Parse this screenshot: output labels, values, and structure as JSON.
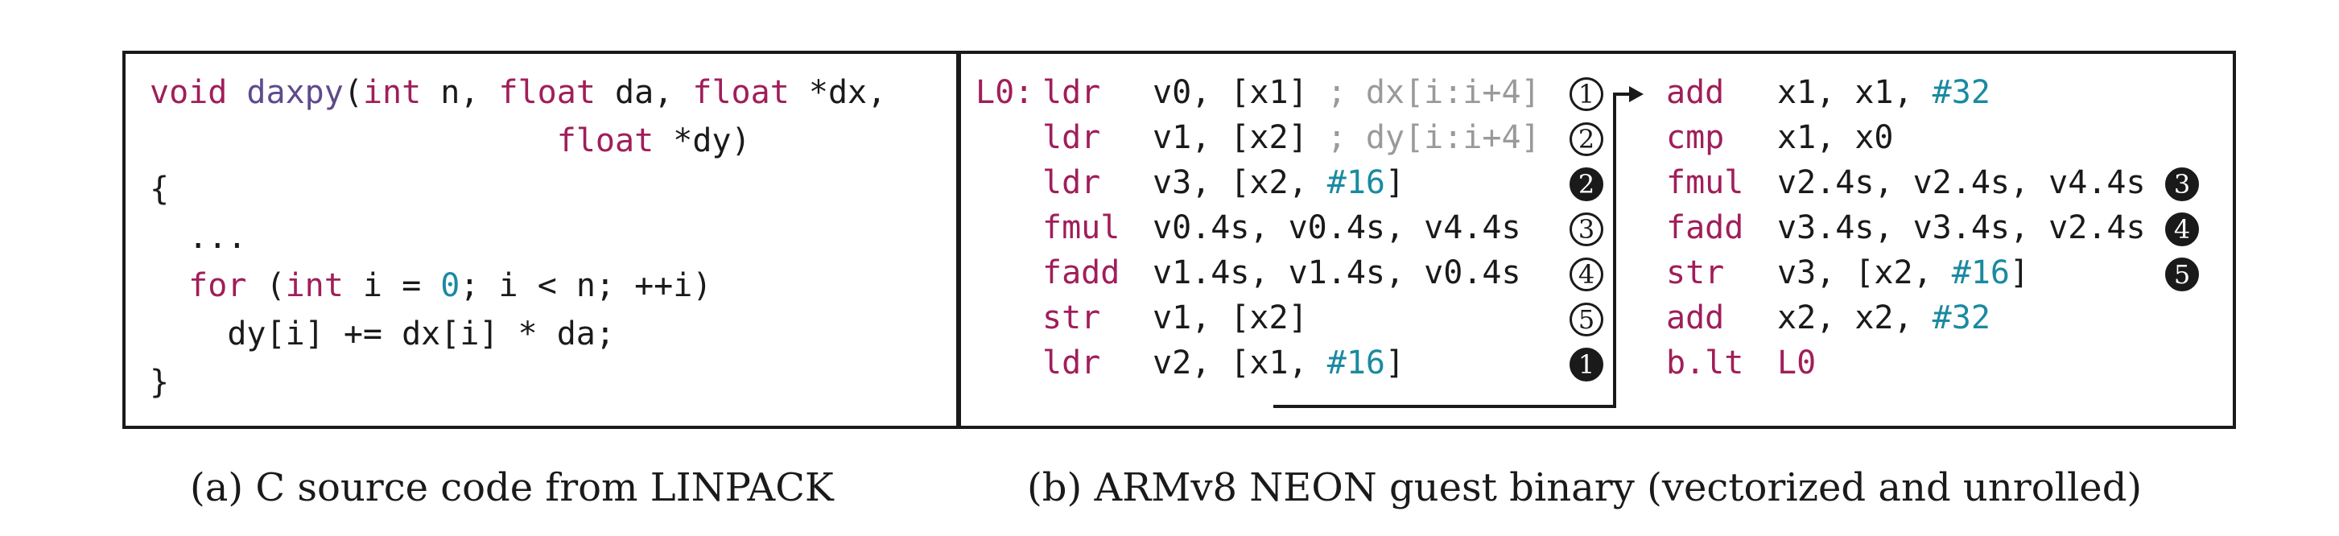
{
  "panel_a": {
    "lines": [
      [
        {
          "t": "kw",
          "v": "void"
        },
        {
          "t": "tx",
          "v": " "
        },
        {
          "t": "fn",
          "v": "daxpy"
        },
        {
          "t": "tx",
          "v": "("
        },
        {
          "t": "kw",
          "v": "int"
        },
        {
          "t": "tx",
          "v": " n, "
        },
        {
          "t": "kw",
          "v": "float"
        },
        {
          "t": "tx",
          "v": " da, "
        },
        {
          "t": "kw",
          "v": "float"
        },
        {
          "t": "tx",
          "v": " *dx,"
        }
      ],
      [
        {
          "t": "tx",
          "v": "                     "
        },
        {
          "t": "kw",
          "v": "float"
        },
        {
          "t": "tx",
          "v": " *dy)"
        }
      ],
      [
        {
          "t": "tx",
          "v": "{"
        }
      ],
      [
        {
          "t": "tx",
          "v": "  ..."
        }
      ],
      [
        {
          "t": "tx",
          "v": "  "
        },
        {
          "t": "kw",
          "v": "for"
        },
        {
          "t": "tx",
          "v": " ("
        },
        {
          "t": "kw",
          "v": "int"
        },
        {
          "t": "tx",
          "v": " i = "
        },
        {
          "t": "num",
          "v": "0"
        },
        {
          "t": "tx",
          "v": "; i < n; ++i)"
        }
      ],
      [
        {
          "t": "tx",
          "v": "    dy[i] += dx[i] * da;"
        }
      ],
      [
        {
          "t": "tx",
          "v": "}"
        }
      ]
    ],
    "caption": "(a) C source code from LINPACK"
  },
  "panel_b": {
    "left_column": [
      {
        "label": "L0:",
        "op": "ldr",
        "args": [
          {
            "t": "tx",
            "v": "v0, [x1]"
          }
        ],
        "comment": " ; dx[i:i+4]",
        "badge": "1",
        "badge_style": "open"
      },
      {
        "label": "",
        "op": "ldr",
        "args": [
          {
            "t": "tx",
            "v": "v1, [x2]"
          }
        ],
        "comment": " ; dy[i:i+4]",
        "badge": "2",
        "badge_style": "open"
      },
      {
        "label": "",
        "op": "ldr",
        "args": [
          {
            "t": "tx",
            "v": "v3, [x2, "
          },
          {
            "t": "num",
            "v": "#16"
          },
          {
            "t": "tx",
            "v": "]"
          }
        ],
        "comment": "",
        "badge": "2",
        "badge_style": "filled"
      },
      {
        "label": "",
        "op": "fmul",
        "args": [
          {
            "t": "tx",
            "v": "v0.4s, v0.4s, v4.4s"
          }
        ],
        "comment": "",
        "badge": "3",
        "badge_style": "open"
      },
      {
        "label": "",
        "op": "fadd",
        "args": [
          {
            "t": "tx",
            "v": "v1.4s, v1.4s, v0.4s"
          }
        ],
        "comment": "",
        "badge": "4",
        "badge_style": "open"
      },
      {
        "label": "",
        "op": "str",
        "args": [
          {
            "t": "tx",
            "v": "v1, [x2]"
          }
        ],
        "comment": "",
        "badge": "5",
        "badge_style": "open"
      },
      {
        "label": "",
        "op": "ldr",
        "args": [
          {
            "t": "tx",
            "v": "v2, [x1, "
          },
          {
            "t": "num",
            "v": "#16"
          },
          {
            "t": "tx",
            "v": "]"
          }
        ],
        "comment": "",
        "badge": "1",
        "badge_style": "filled"
      }
    ],
    "right_column": [
      {
        "op": "add",
        "args": [
          {
            "t": "tx",
            "v": "x1, x1, "
          },
          {
            "t": "num",
            "v": "#32"
          }
        ],
        "badge": "",
        "badge_style": ""
      },
      {
        "op": "cmp",
        "args": [
          {
            "t": "tx",
            "v": "x1, x0"
          }
        ],
        "badge": "",
        "badge_style": ""
      },
      {
        "op": "fmul",
        "args": [
          {
            "t": "tx",
            "v": "v2.4s, v2.4s, v4.4s"
          }
        ],
        "badge": "3",
        "badge_style": "filled"
      },
      {
        "op": "fadd",
        "args": [
          {
            "t": "tx",
            "v": "v3.4s, v3.4s, v2.4s"
          }
        ],
        "badge": "4",
        "badge_style": "filled"
      },
      {
        "op": "str",
        "args": [
          {
            "t": "tx",
            "v": "v3, [x2, "
          },
          {
            "t": "num",
            "v": "#16"
          },
          {
            "t": "tx",
            "v": "]"
          }
        ],
        "badge": "5",
        "badge_style": "filled"
      },
      {
        "op": "add",
        "args": [
          {
            "t": "tx",
            "v": "x2, x2, "
          },
          {
            "t": "num",
            "v": "#32"
          }
        ],
        "badge": "",
        "badge_style": ""
      },
      {
        "op": "b.lt",
        "args": [
          {
            "t": "kw",
            "v": "L0"
          }
        ],
        "badge": "",
        "badge_style": ""
      }
    ],
    "caption": "(b) ARMv8 NEON guest binary (vectorized and unrolled)"
  },
  "colors": {
    "keyword": "#a01e5a",
    "function": "#5e4a8c",
    "number": "#1a8aa0",
    "comment": "#9a9a9a",
    "text": "#1a1a1a"
  }
}
